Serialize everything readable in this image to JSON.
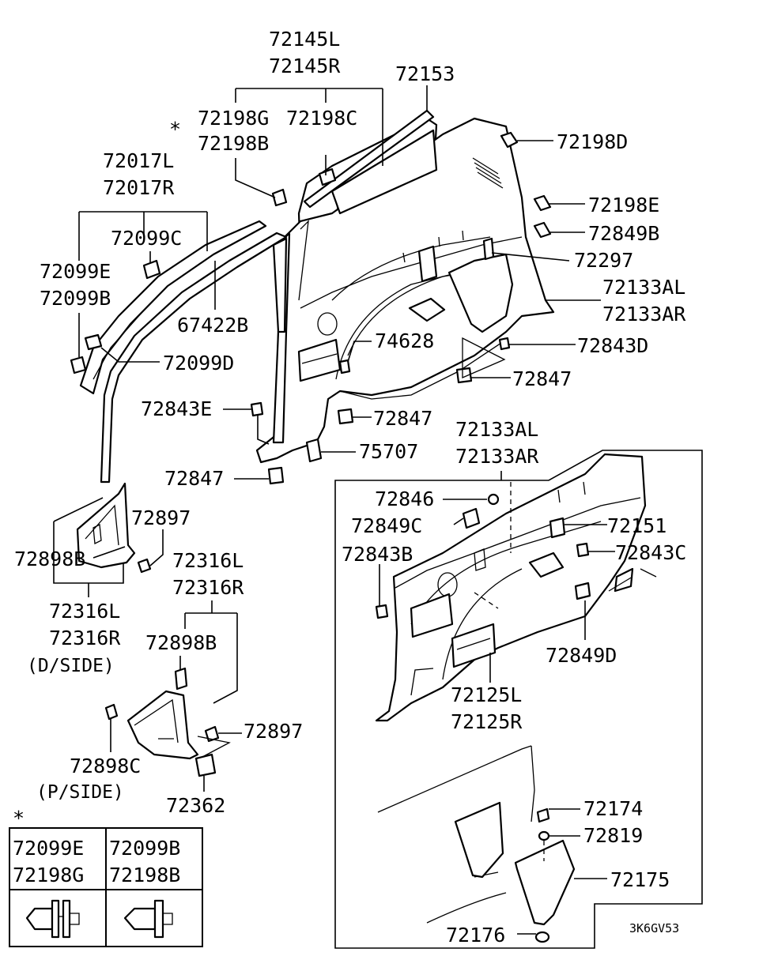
{
  "labels": {
    "p72145L": "72145L",
    "p72145R": "72145R",
    "p72153": "72153",
    "p72198G": "72198G",
    "p72198C": "72198C",
    "p72198B": "72198B",
    "p72198D": "72198D",
    "p72198E": "72198E",
    "p72849B": "72849B",
    "p72297": "72297",
    "p72133AL_top": "72133AL",
    "p72133AR_top": "72133AR",
    "p72843D": "72843D",
    "p72847_a": "72847",
    "p72847_b": "72847",
    "p72847_c": "72847",
    "p74628": "74628",
    "p72843E": "72843E",
    "p75707": "75707",
    "p72017L": "72017L",
    "p72017R": "72017R",
    "p72099C": "72099C",
    "p72099E": "72099E",
    "p72099B": "72099B",
    "p67422B": "67422B",
    "p72099D": "72099D",
    "p72897_a": "72897",
    "p72898B_a": "72898B",
    "p72316L_a": "72316L",
    "p72316R_a": "72316R",
    "dside": "(D/SIDE)",
    "p72316L_b": "72316L",
    "p72316R_b": "72316R",
    "p72898B_b": "72898B",
    "p72897_b": "72897",
    "p72898C": "72898C",
    "pside": "(P/SIDE)",
    "p72362": "72362",
    "p72133AL_box": "72133AL",
    "p72133AR_box": "72133AR",
    "p72846": "72846",
    "p72849C": "72849C",
    "p72151": "72151",
    "p72843B": "72843B",
    "p72843C": "72843C",
    "p72849D": "72849D",
    "p72125L": "72125L",
    "p72125R": "72125R",
    "p72174": "72174",
    "p72819": "72819",
    "p72175": "72175",
    "p72176": "72176",
    "code": "3K6GV53"
  },
  "asterisk_top": "*",
  "asterisk_legend": "*",
  "legend": {
    "cell1_line1": "72099E",
    "cell1_line2": "72198G",
    "cell2_line1": "72099B",
    "cell2_line2": "72198B"
  }
}
